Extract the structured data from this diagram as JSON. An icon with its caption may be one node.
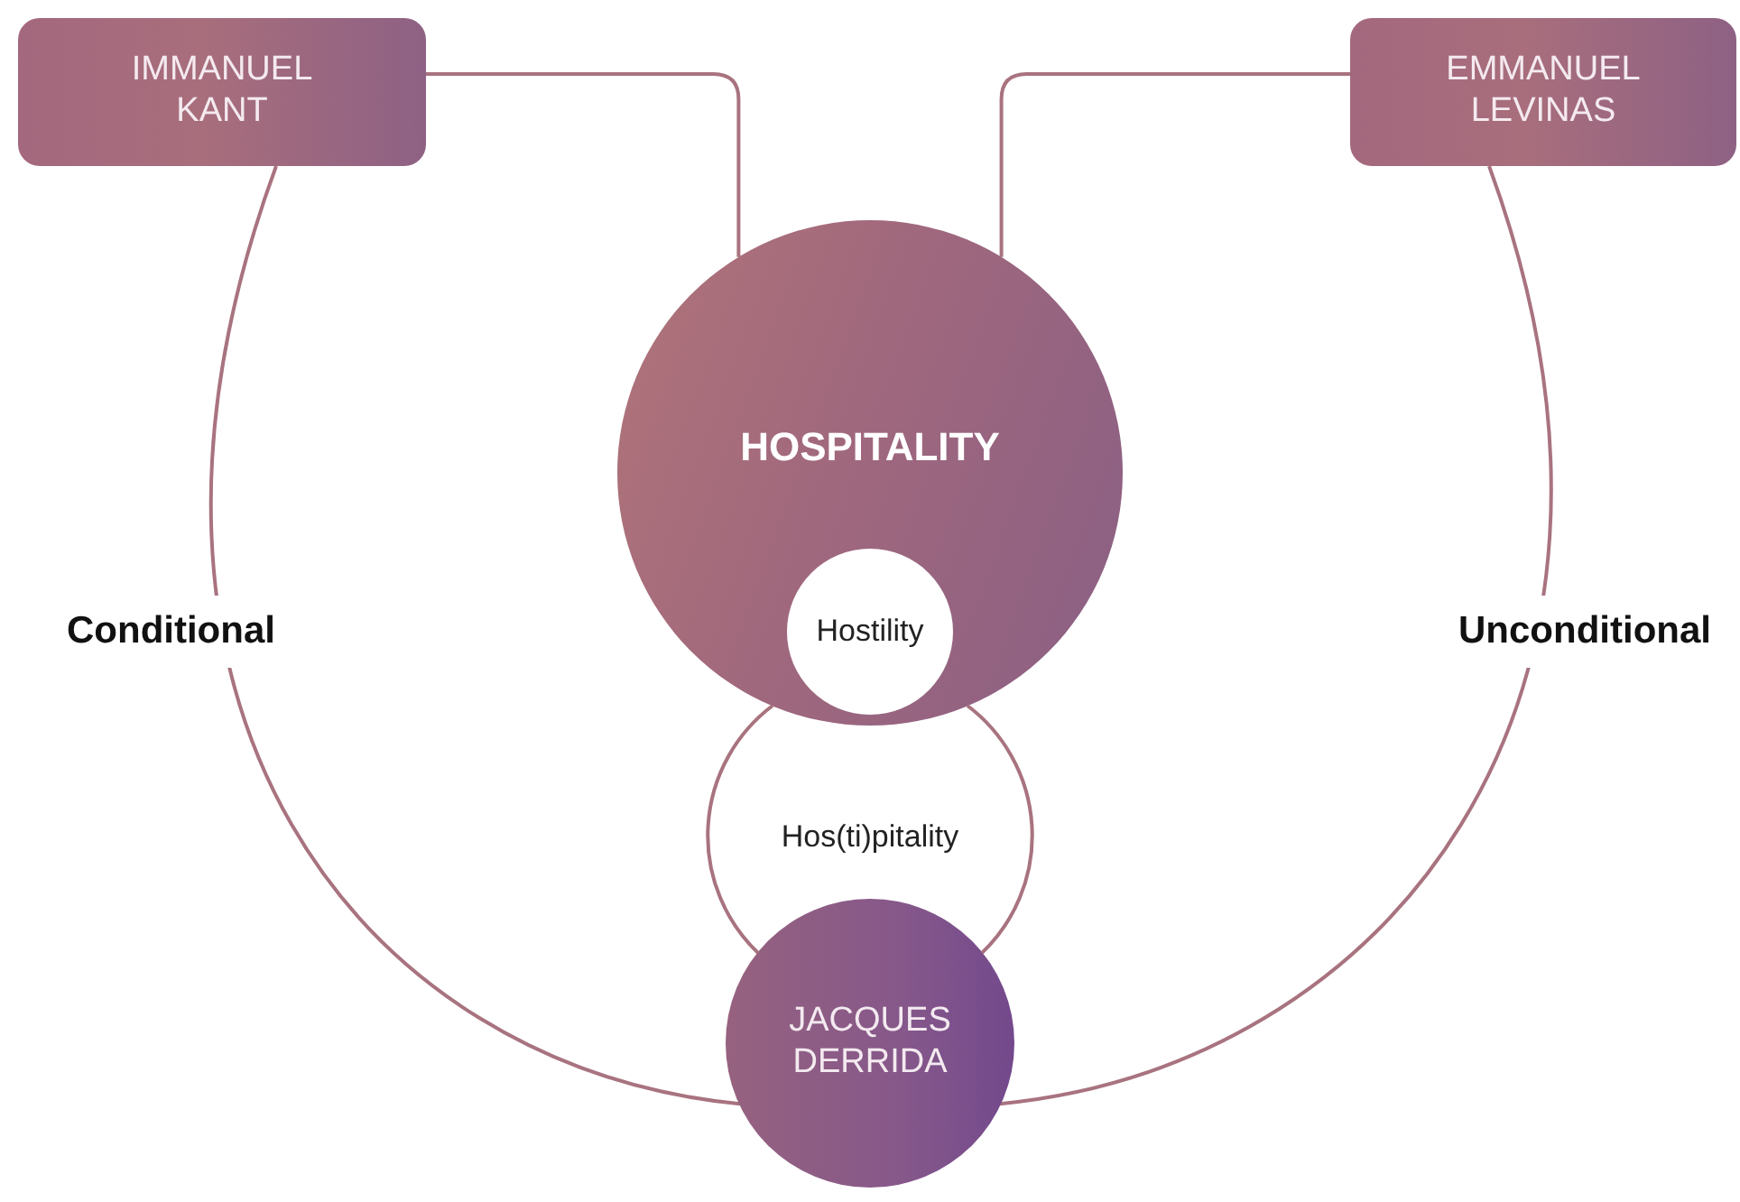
{
  "diagram": {
    "nodes": [
      {
        "text": [
          "IMMANUEL KANT"
        ]
      },
      {
        "text": [
          "EMMANUEL LEVINAS"
        ]
      },
      {
        "text": [
          "HOSPITALITY"
        ]
      },
      {
        "text": [
          "Hostility"
        ],
        "in": 2
      },
      {
        "text": [
          "Hos(ti)pitality"
        ]
      },
      {
        "text": [
          "JACQUES DERRIDA"
        ]
      }
    ],
    "edges": [
      {
        "from": 0,
        "to": 2,
        "arrow": "none"
      },
      {
        "from": 1,
        "to": 2,
        "arrow": "none"
      },
      {
        "from": 0,
        "to": 5,
        "arrow": "none"
      },
      {
        "from": 1,
        "to": 5,
        "arrow": "none"
      }
    ],
    "labels": [
      "Conditional",
      "Unconditional"
    ]
  }
}
